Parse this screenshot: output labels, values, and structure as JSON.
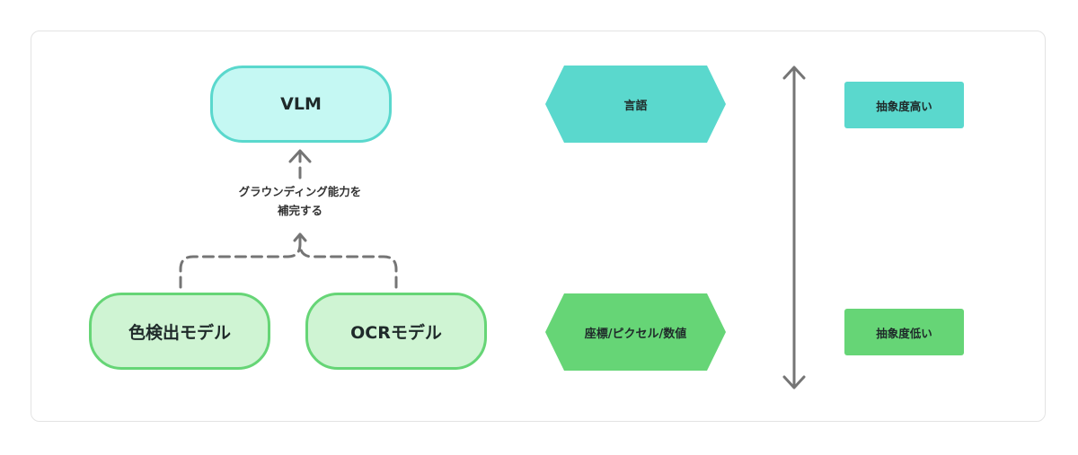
{
  "nodes": {
    "vlm": "VLM",
    "color_model": "色検出モデル",
    "ocr_model": "OCRモデル"
  },
  "edge_note": {
    "line1": "グラウンディング能力を",
    "line2": "補完する"
  },
  "levels": {
    "top": "言語",
    "bottom": "座標/ピクセル/数値"
  },
  "abstraction": {
    "high": "抽象度高い",
    "low": "抽象度低い"
  },
  "colors": {
    "teal_fill": "#c5f8f3",
    "teal_stroke": "#5ad8cd",
    "green_fill": "#cff4d3",
    "green_stroke": "#66d576",
    "connector": "#757575"
  }
}
